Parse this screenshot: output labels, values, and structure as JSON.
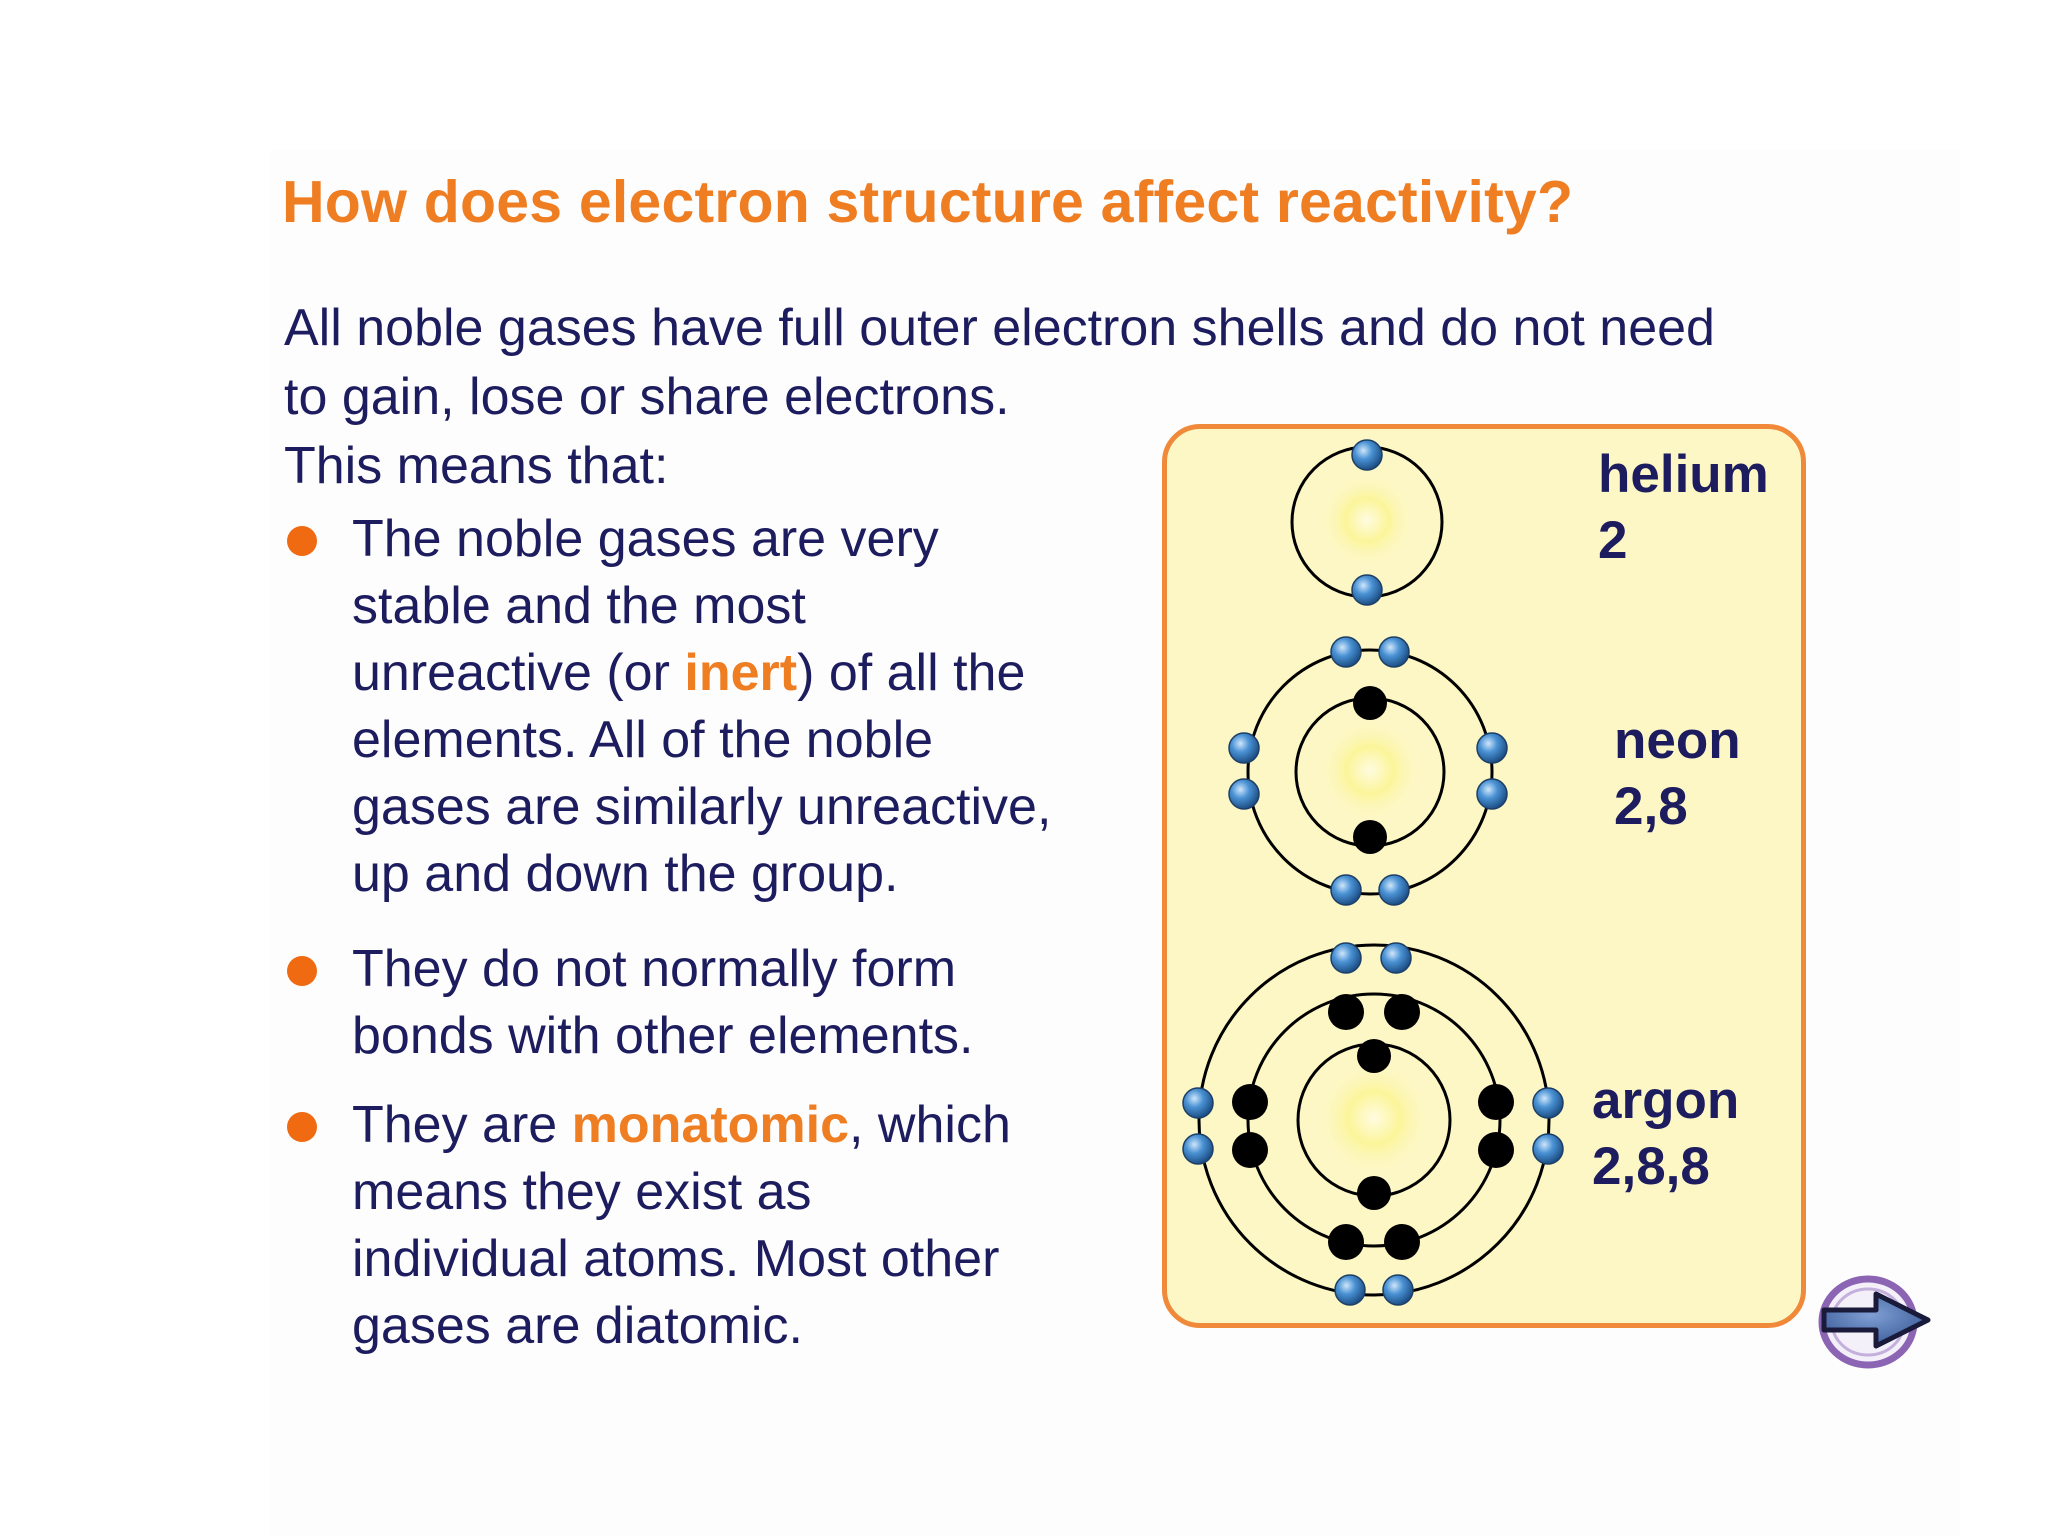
{
  "title": "How does electron structure affect reactivity?",
  "intro": {
    "lines": [
      "All noble gases have full outer electron shells and do not need",
      "to gain, lose or share electrons.",
      "This means that:"
    ]
  },
  "bullets": [
    {
      "lines": [
        [
          "The noble gases are very"
        ],
        [
          "stable and the most"
        ],
        [
          "unreactive (or ",
          "inert",
          ") of all the"
        ],
        [
          "elements. All of the noble"
        ],
        [
          "gases are similarly unreactive,"
        ],
        [
          "up and down the group."
        ]
      ]
    },
    {
      "lines": [
        [
          "They do not normally form"
        ],
        [
          "bonds with other elements."
        ]
      ]
    },
    {
      "lines": [
        [
          "They are ",
          "monatomic",
          ", which"
        ],
        [
          "means they exist as"
        ],
        [
          "individual atoms. Most other"
        ],
        [
          "gases are diatomic."
        ]
      ]
    }
  ],
  "elements": [
    {
      "name": "helium",
      "config": "2"
    },
    {
      "name": "neon",
      "config": "2,8"
    },
    {
      "name": "argon",
      "config": "2,8,8"
    }
  ],
  "colors": {
    "accent": "#ef7d22",
    "text": "#1c1c5e",
    "panel_bg": "#fdf7c6",
    "panel_border": "#f08a3a",
    "electron_outer": "#3f86c8",
    "electron_inner": "#000000"
  },
  "icons": {
    "next": "arrow-right-icon"
  }
}
